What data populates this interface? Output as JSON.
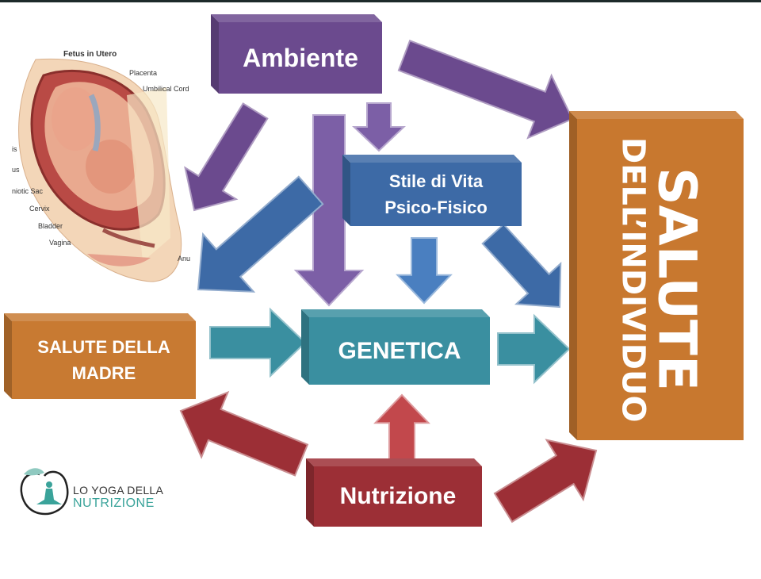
{
  "diagram": {
    "boxes": {
      "ambiente": "Ambiente",
      "stile_line1": "Stile di Vita",
      "stile_line2": "Psico-Fisico",
      "genetica": "GENETICA",
      "madre_line1": "SALUTE DELLA",
      "madre_line2": "MADRE",
      "nutrizione": "Nutrizione",
      "individuo_line1": "SALUTE",
      "individuo_line2": "DELL’INDIVIDUO"
    },
    "colors": {
      "ambiente": "#6b4a8e",
      "stile": "#3d6aa6",
      "genetica": "#3a8fa0",
      "madre": "#c87a32",
      "nutrizione": "#9c2f36",
      "individuo": "#c8782f"
    }
  },
  "illustration": {
    "title": "Fetus in Utero",
    "labels": [
      "Placenta",
      "Umbilical Cord",
      "is",
      "us",
      "niotic Sac",
      "Cervix",
      "Bladder",
      "Vagina",
      "Anu"
    ]
  },
  "logo": {
    "line1": "Lo Yoga della",
    "line2": "Nutrizione"
  }
}
